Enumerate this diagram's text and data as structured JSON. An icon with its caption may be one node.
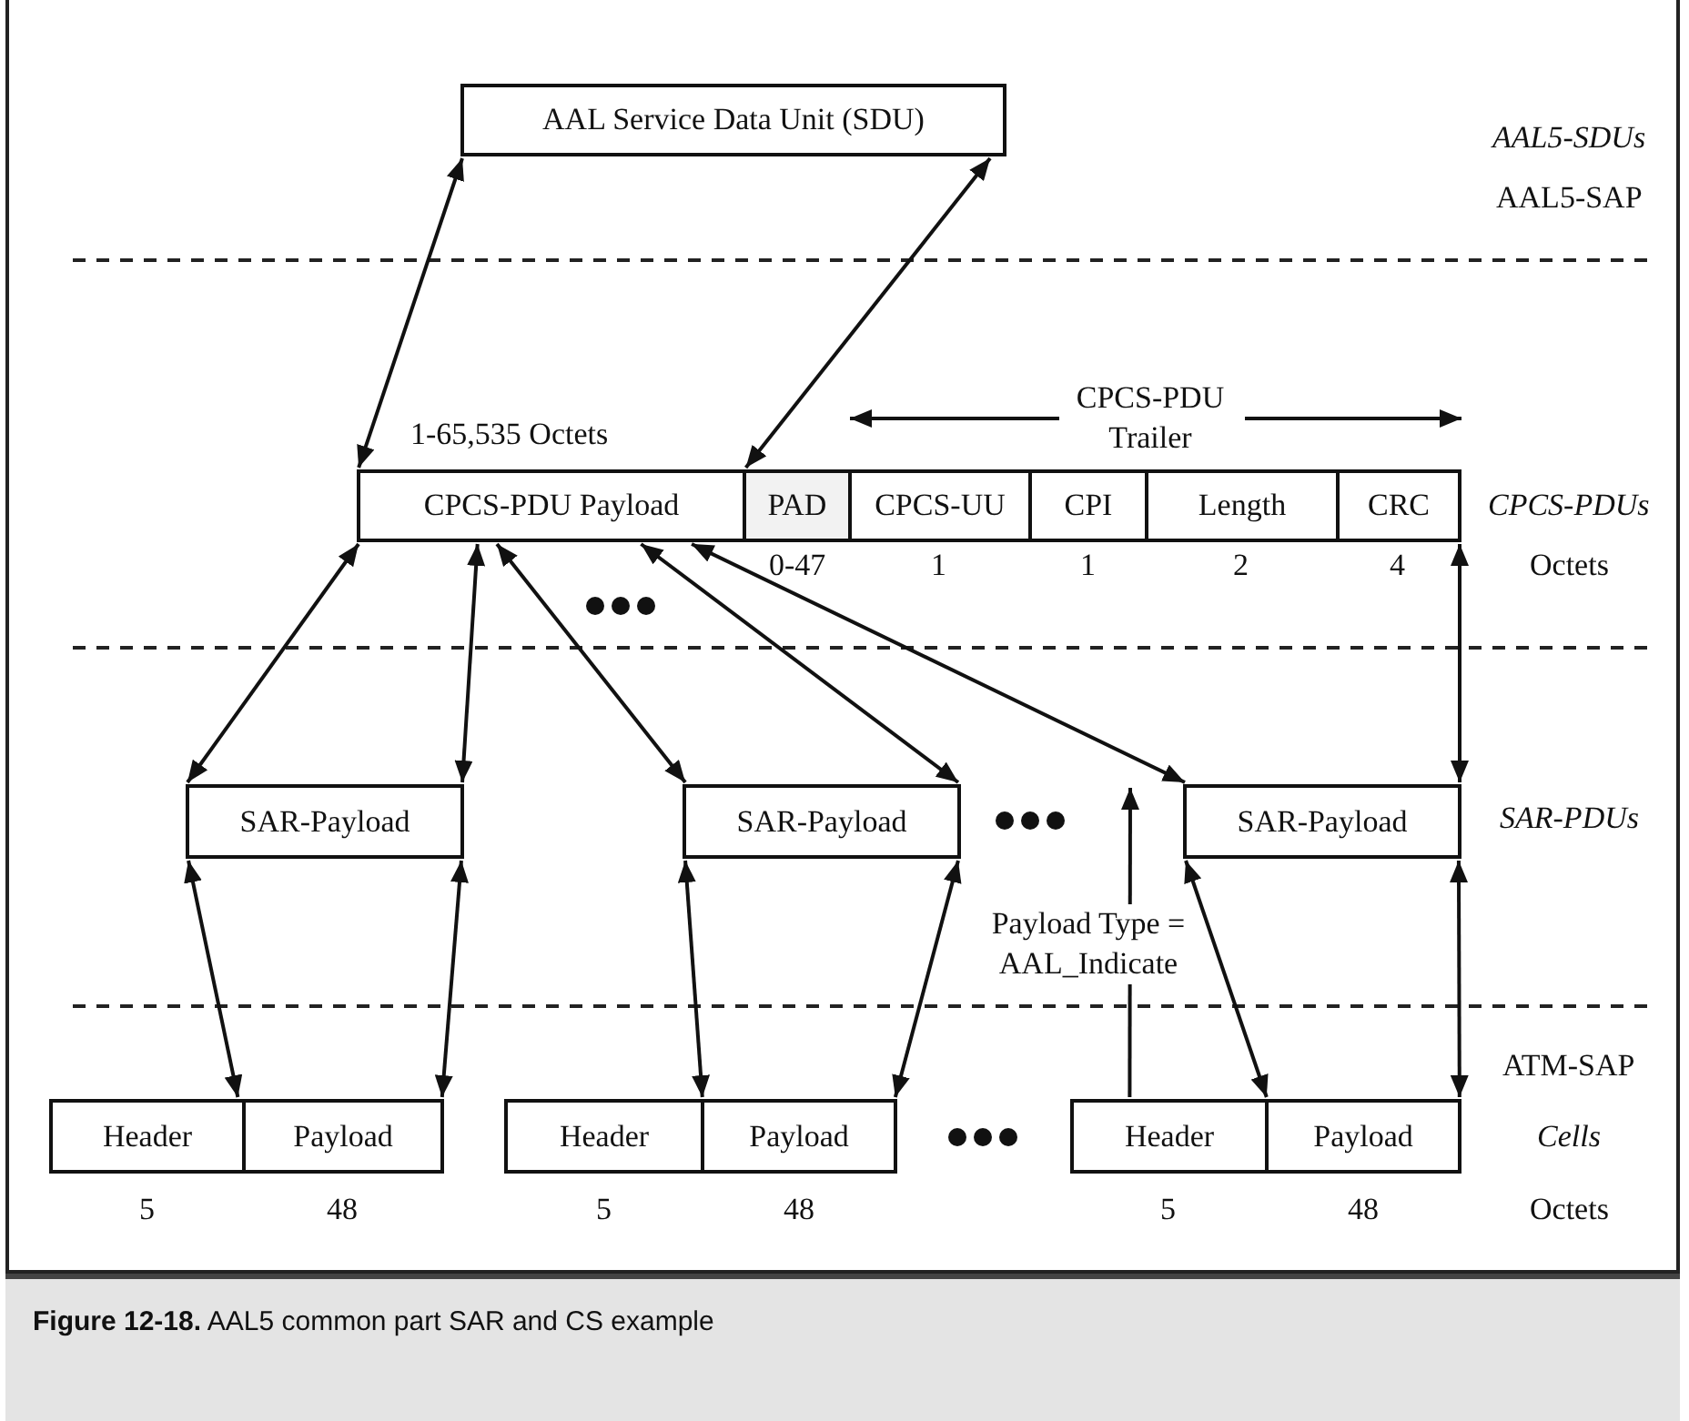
{
  "diagram": {
    "caption": "**Figure 12-18.** AAL5 common part SAR and CS example",
    "nodes": [
      {
        "text": [
          "AAL Service Data Unit (SDU)"
        ]
      },
      {
        "text": [
          "CPCS-PDU Payload"
        ],
        "beside": [
          "1-65,535 Octets"
        ]
      },
      {
        "text": [
          "PAD"
        ],
        "beside": [
          "0-47"
        ]
      },
      {
        "text": [
          "CPCS-UU"
        ],
        "beside": [
          "1"
        ]
      },
      {
        "text": [
          "CPI"
        ],
        "beside": [
          "1"
        ]
      },
      {
        "text": [
          "Length"
        ],
        "beside": [
          "2"
        ]
      },
      {
        "text": [
          "CRC"
        ],
        "beside": [
          "4"
        ]
      },
      {
        "text": [
          "SAR-Payload"
        ]
      },
      {
        "text": [
          "SAR-Payload"
        ]
      },
      {
        "text": [
          "SAR-Payload"
        ]
      },
      {
        "text": [
          "Header"
        ],
        "beside": [
          "5"
        ]
      },
      {
        "text": [
          "Payload"
        ],
        "beside": [
          "48"
        ]
      },
      {
        "text": [
          "Header"
        ],
        "beside": [
          "5"
        ]
      },
      {
        "text": [
          "Payload"
        ],
        "beside": [
          "48"
        ]
      },
      {
        "text": [
          "Header"
        ],
        "beside": [
          "5"
        ]
      },
      {
        "text": [
          "Payload"
        ],
        "beside": [
          "48"
        ]
      }
    ],
    "edges": [
      {
        "from": 0,
        "to": 1,
        "arrow": "both"
      },
      {
        "from": 0,
        "to": 2,
        "arrow": "both"
      },
      {
        "from": 1,
        "to": 7,
        "arrow": "both"
      },
      {
        "from": 1,
        "to": 7,
        "arrow": "both"
      },
      {
        "from": 1,
        "to": 8,
        "arrow": "both"
      },
      {
        "from": 1,
        "to": 8,
        "arrow": "both"
      },
      {
        "from": 1,
        "to": 9,
        "arrow": "both"
      },
      {
        "from": 6,
        "to": 9,
        "arrow": "both"
      },
      {
        "from": 7,
        "to": 10,
        "arrow": "both"
      },
      {
        "from": 7,
        "to": 11,
        "arrow": "both"
      },
      {
        "from": 8,
        "to": 12,
        "arrow": "both"
      },
      {
        "from": 8,
        "to": 13,
        "arrow": "both"
      },
      {
        "from": 9,
        "to": 14,
        "arrow": "both"
      },
      {
        "from": 9,
        "to": 15,
        "arrow": "both"
      },
      {
        "from": 14,
        "to": null,
        "arrow": "to",
        "label": "Payload Type = AAL_Indicate"
      }
    ],
    "labels": [
      "AAL5-SDUs",
      "AAL5-SAP",
      "CPCS-PDU Trailer",
      "CPCS-PDUs",
      "Octets",
      "SAR-PDUs",
      "ATM-SAP",
      "Cells",
      "Octets"
    ]
  }
}
